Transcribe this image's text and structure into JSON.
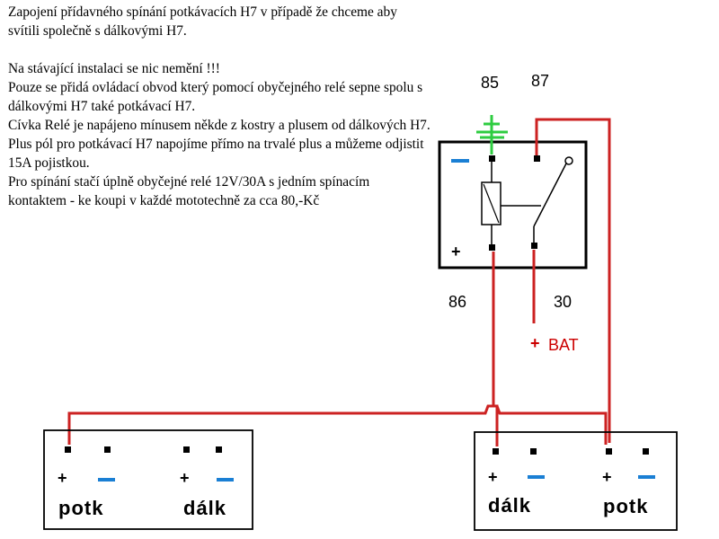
{
  "notes": {
    "title": "Zapojení přídavného spínání potkávacích H7 v případě že chceme aby svítili společně s dálkovými H7.",
    "paragraph_1": "Na stávající instalaci se nic nemění !!!\nPouze se přidá ovládací obvod který pomocí obyčejného relé sepne spolu s dálkovými H7 také potkávací H7.\nCívka Relé je napájeno mínusem někde z kostry a plusem od dálkových H7.\nPlus pól pro potkávací H7 napojíme přímo na trvalé plus a můžeme odjistit 15A pojistkou.\nPro spínání stačí úplně obyčejné relé 12V/30A s jedním spínacím kontaktem - ke koupi v každé mototechně za cca 80,-Kč"
  },
  "relay": {
    "pin_85": "85",
    "pin_87": "87",
    "pin_86": "86",
    "pin_30": "30",
    "minus_sign": "−",
    "plus_sign": "+"
  },
  "battery": {
    "plus_sign": "+",
    "label": "BAT"
  },
  "left_connector": {
    "plug_1": {
      "label": "potk",
      "plus": "+",
      "minus": "−"
    },
    "plug_2": {
      "label": "dálk",
      "plus": "+",
      "minus": "−"
    }
  },
  "right_connector": {
    "plug_1": {
      "label": "dálk",
      "plus": "+",
      "minus": "−"
    },
    "plug_2": {
      "label": "potk",
      "plus": "+",
      "minus": "−"
    }
  },
  "colors": {
    "wire_red": "#cc2222",
    "minus_blue": "#1a7fd4",
    "ground_green": "#2ecc40",
    "outline": "#000000"
  }
}
